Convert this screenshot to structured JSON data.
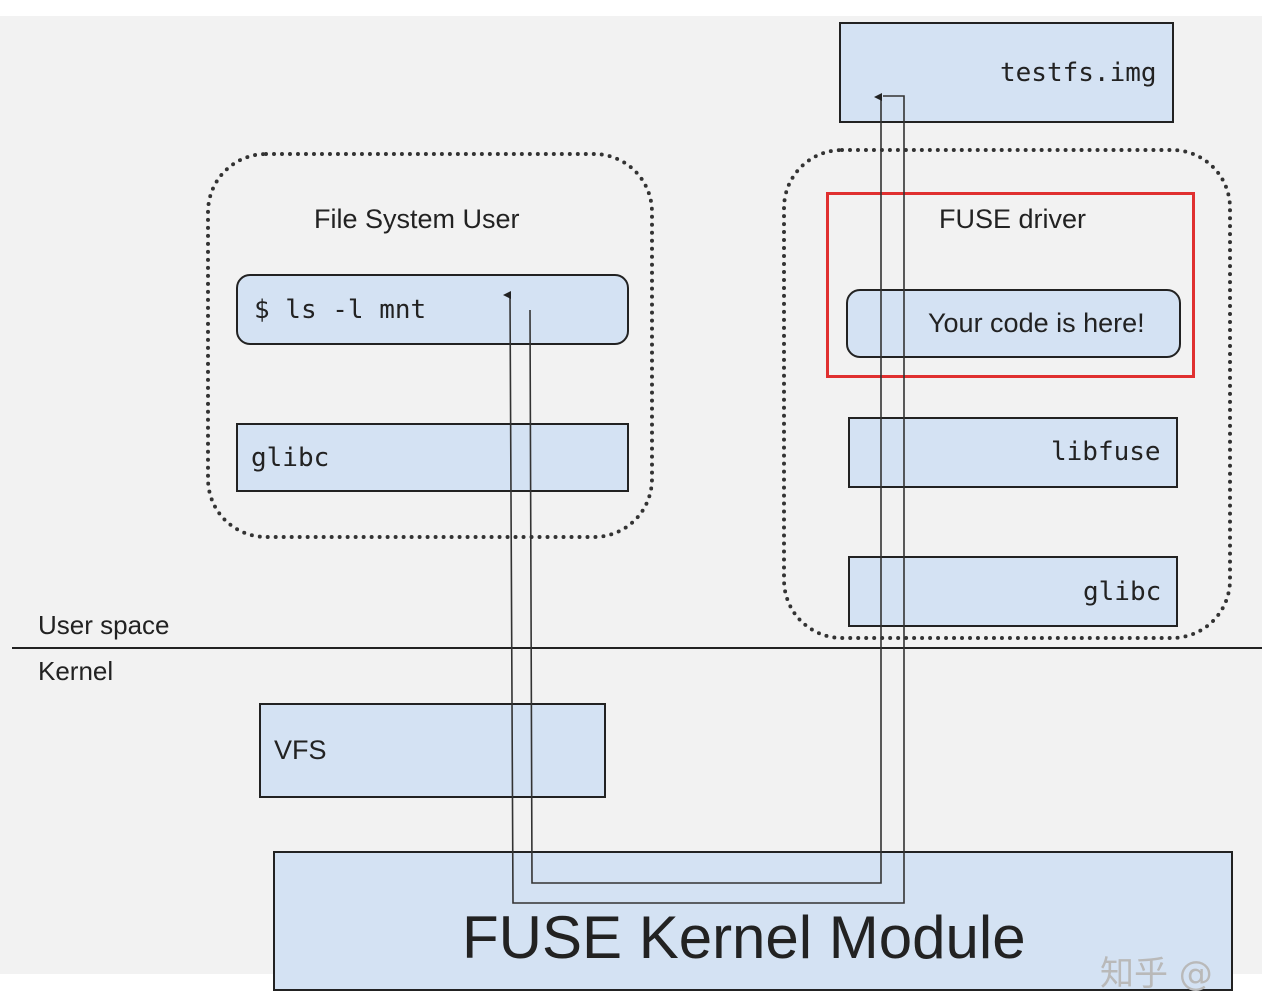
{
  "diagram": {
    "file_system_user": {
      "title": "File System User",
      "command": "$ ls -l mnt",
      "glibc": "glibc"
    },
    "fuse_driver_group": {
      "title": "FUSE driver",
      "your_code": "Your code is here!",
      "libfuse": "libfuse",
      "glibc": "glibc"
    },
    "image_file": "testfs.img",
    "boundary": {
      "user_space": "User space",
      "kernel": "Kernel"
    },
    "vfs": "VFS",
    "kernel_module": "FUSE Kernel Module",
    "watermark": "知乎 @"
  },
  "colors": {
    "box_fill": "#d4e2f3",
    "highlight_border": "#e03030",
    "background": "#f2f2f2"
  }
}
